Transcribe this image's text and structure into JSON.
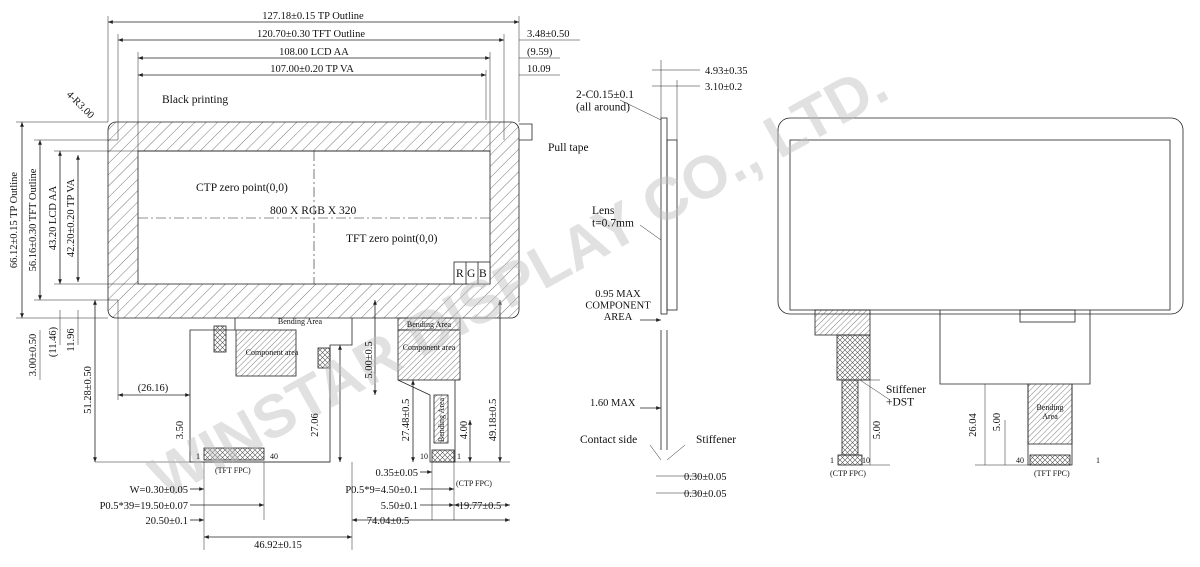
{
  "watermark": "WINSTAR DISPLAY CO., LTD.",
  "front_view": {
    "dims_top": [
      "127.18±0.15 TP Outline",
      "120.70±0.30 TFT Outline",
      "108.00 LCD AA",
      "107.00±0.20 TP VA"
    ],
    "dims_top_right": [
      "3.48±0.50",
      "(9.59)",
      "10.09"
    ],
    "corner_radius": "4-R3.00",
    "black_printing": "Black printing",
    "pull_tape": "Pull tape",
    "ctp_zero": "CTP  zero point(0,0)",
    "resolution": "800 X RGB X 320",
    "tft_zero": "TFT  zero point(0,0)",
    "rgb": [
      "R",
      "G",
      "B"
    ],
    "dims_left": [
      "66.12±0.15 TP Outline",
      "56.16±0.30 TFT Outline",
      "43.20 LCD AA",
      "42.20±0.20 TP VA"
    ],
    "dims_left_lower": [
      "3.00±0.50",
      "(11.46)",
      "11.96",
      "51.28±0.50"
    ],
    "bending_area_top": "Bending Area",
    "bending_area_box": "Bending Area",
    "component_area_small": "Component area",
    "component_area": "Component\narea",
    "bending_area_vert": "Bending Area",
    "dim_26_16": "(26.16)",
    "dim_3_50": "3.50",
    "dim_27_06": "27.06",
    "dim_5_00": "5.00±0.5",
    "dim_27_48": "27.48±0.5",
    "dim_4_00": "4.00",
    "dim_49_18": "49.18±0.5",
    "pin_1_tft": "1",
    "pin_40_tft": "40",
    "tft_fpc": "(TFT FPC)",
    "pin_10_ctp": "10",
    "pin_1_ctp": "1",
    "ctp_fpc": "(CTP FPC)",
    "dims_bottom": [
      "W=0.30±0.05",
      "P0.5*39=19.50±0.07",
      "20.50±0.1",
      "46.92±0.15",
      "0.35±0.05",
      "P0.5*9=4.50±0.1",
      "5.50±0.1",
      "19.77±0.5",
      "74.04±0.5"
    ]
  },
  "side_view": {
    "dims": [
      "4.93±0.35",
      "3.10±0.2"
    ],
    "chamfer": "2-C0.15±0.1\n(all around)",
    "lens": "Lens\nt=0.7mm",
    "component": "0.95 MAX\nCOMPONENT\nAREA",
    "max_160": "1.60 MAX",
    "contact_side": "Contact side",
    "stiffener": "Stiffener",
    "dims_bottom": [
      "0.30±0.05",
      "0.30±0.05"
    ]
  },
  "back_view": {
    "stiffener": "Stiffener\n+DST",
    "bending_area": "Bending\nArea",
    "dim_5_00_a": "5.00",
    "dim_26_04": "26.04",
    "dim_5_00_b": "5.00",
    "ctp_pin_1": "1",
    "ctp_pin_10": "10",
    "ctp_fpc": "(CTP FPC)",
    "tft_pin_40": "40",
    "tft_pin_1": "1",
    "tft_fpc": "(TFT FPC)"
  }
}
